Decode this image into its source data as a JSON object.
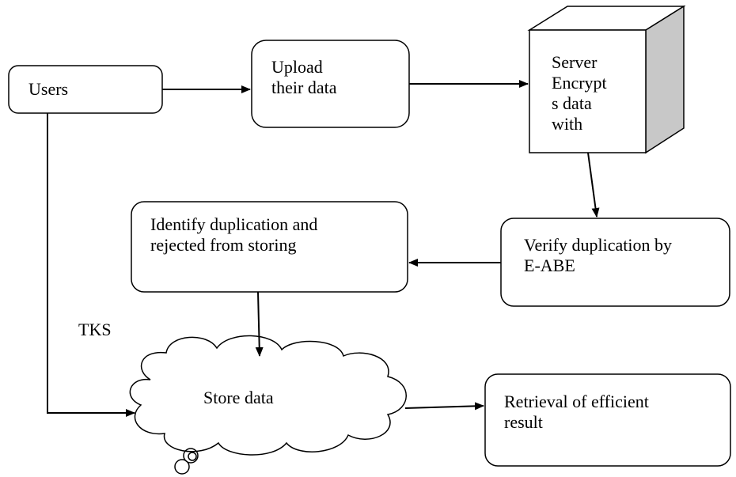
{
  "nodes": {
    "users": "Users",
    "upload": "Upload\ntheir data",
    "server": "Server\nEncrypt\ns data\nwith",
    "identify": "Identify duplication and\nrejected from storing",
    "verify": "Verify duplication by\nE-ABE",
    "store": "Store data",
    "retrieval": "Retrieval of efficient\nresult"
  },
  "edge_labels": {
    "tks": "TKS"
  },
  "colors": {
    "stroke": "#000000",
    "cube_side": "#c8c8c8",
    "background": "#ffffff"
  }
}
